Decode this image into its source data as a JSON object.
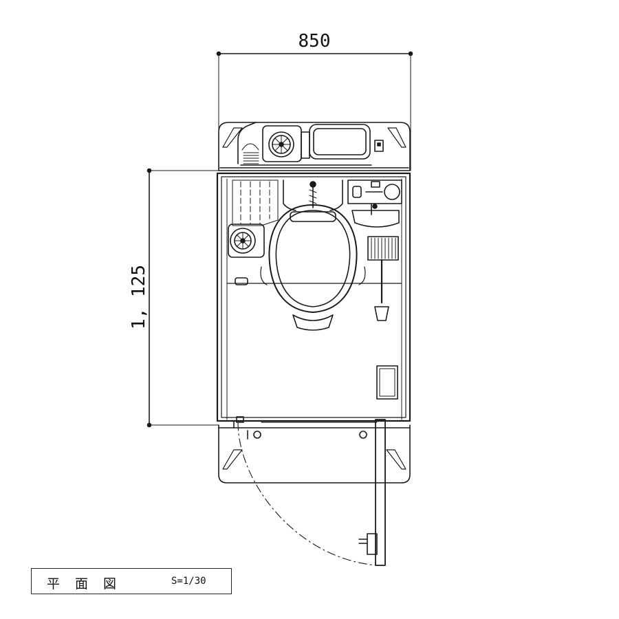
{
  "drawing": {
    "width_dimension": "850",
    "depth_dimension": "1, 125"
  },
  "title_block": {
    "name": "平面図",
    "scale": "S=1/30"
  }
}
